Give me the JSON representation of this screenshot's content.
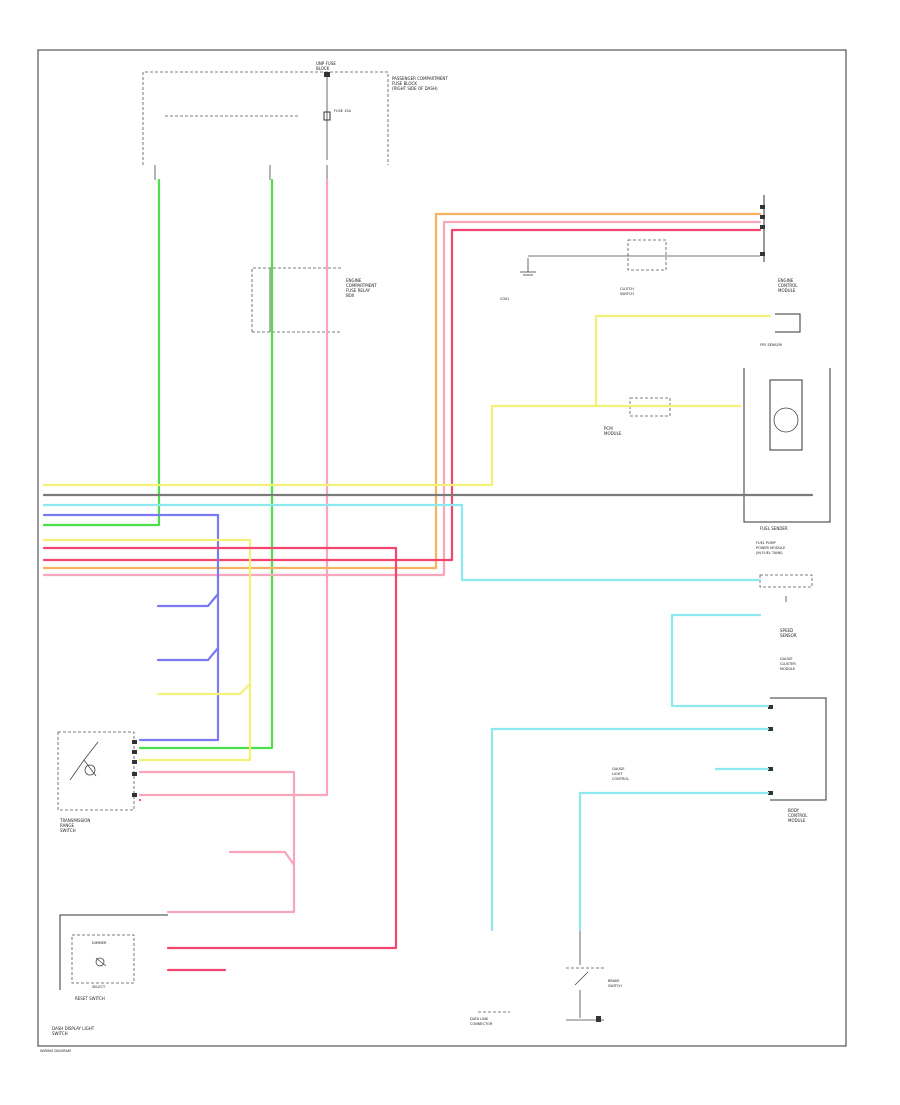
{
  "colors": {
    "green": "#4be04b",
    "pink": "#f7a6bc",
    "red": "#f2456f",
    "yellow": "#f3f178",
    "cyan": "#8ee8ef",
    "orange": "#f6b260",
    "blue": "#7a7af2",
    "gray": "#7a7a7a",
    "black": "#333333"
  },
  "labels": {
    "top_fuse": "UNP FUSE\nBLOCK",
    "fuse_block_note": "PASSENGER COMPARTMENT\nFUSE BLOCK\n(RIGHT SIDE OF DASH)",
    "fuse_label": "FUSE 15A",
    "engine_relay": "ENGINE\nCOMPARTMENT\nFUSE RELAY\nBOX",
    "ground_block": "G301",
    "neutral_switch": "CLUTCH\nSWITCH",
    "ecm_top": "ENGINE\nCONTROL\nMODULE",
    "fps": "FPS SENSOR",
    "sensor_box": "PCM\nMODULE",
    "fuel_sender": "FUEL SENDER",
    "fuel_note": "FUEL PUMP\nPOWER MODULE\n(IN FUEL TANK)",
    "sensor_right": "SPEED\nSENSOR",
    "cluster_label": "GAUGE\nCLUSTER\nMODULE",
    "gauge_ic": "GAUGE\nLIGHT\nCONTROL",
    "body_control": "BODY\nCONTROL\nMODULE",
    "data_link": "DATA LINK\nCONNECTOR",
    "brake_switch": "BRAKE\nSWITCH",
    "dimmer": "DIMMER",
    "select": "SELECT",
    "reset_switch": "RESET SWITCH",
    "trans_range": "TRANSMISSION\nRANGE\nSWITCH",
    "dash_switch": "DASH DISPLAY LIGHT\nSWITCH",
    "footer": "WIRING DIAGRAM"
  }
}
